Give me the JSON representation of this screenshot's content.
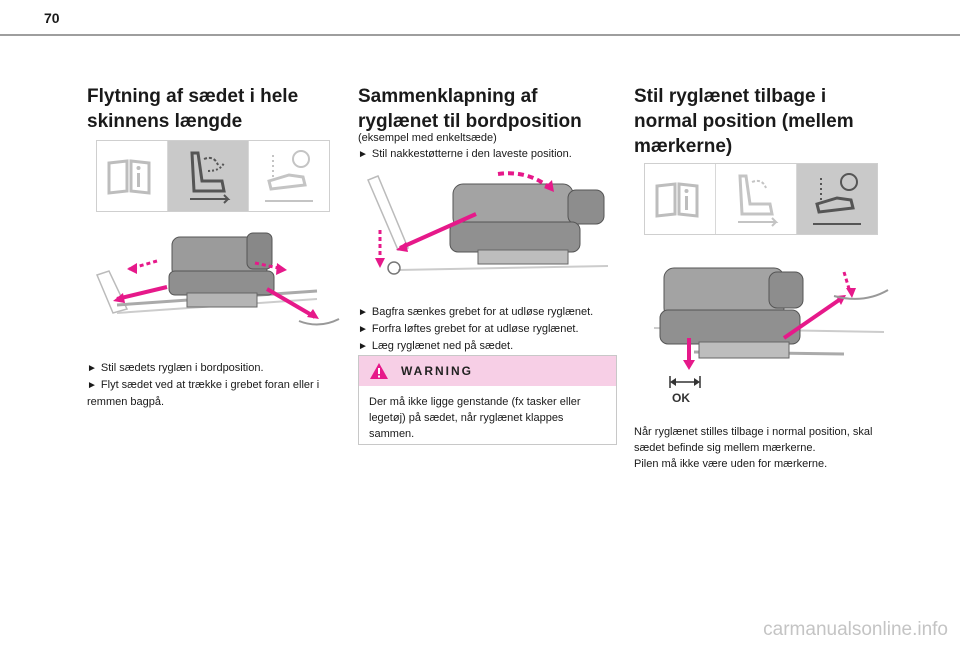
{
  "page": {
    "number": "70"
  },
  "sections": [
    {
      "title_lines": [
        "Flytning af sædet i hele",
        "skinnens længde"
      ],
      "bullets": [
        "Stil sædets ryglæn i bordposition.",
        "Flyt sædet ved at trække i grebet foran eller i remmen bagpå."
      ]
    },
    {
      "title_lines": [
        "Sammenklapning af",
        "ryglænet til bordposition"
      ],
      "intro": "(eksempel med enkeltsæde)",
      "pre_bullets": [
        "Stil nakkestøtterne i den laveste position."
      ],
      "bullets": [
        "Bagfra sænkes grebet for at udløse ryglænet.",
        "Forfra løftes grebet for at udløse ryglænet.",
        "Læg ryglænet ned på sædet."
      ],
      "warning": {
        "title": "WARNING",
        "text": "Der må ikke ligge genstande (fx tasker eller legetøj) på sædet, når ryglænet klappes sammen."
      }
    },
    {
      "title_lines": [
        "Stil ryglænet tilbage i",
        "normal position (mellem",
        "mærkerne)"
      ],
      "ok_label": "OK",
      "paragraphs": [
        "Når ryglænet stilles tilbage i normal position, skal sædet befinde sig mellem mærkerne.",
        "Pilen må ikke være uden for mærkerne."
      ]
    }
  ],
  "bullet_glyph": "►",
  "warning_icon": "warning-triangle-icon",
  "watermark": "carmanualsonline.info",
  "colors": {
    "accent": "#e6198a",
    "warning_header": "#f7cfe6",
    "seat": "#8f8f8f",
    "rule": "#9e9e9e"
  }
}
